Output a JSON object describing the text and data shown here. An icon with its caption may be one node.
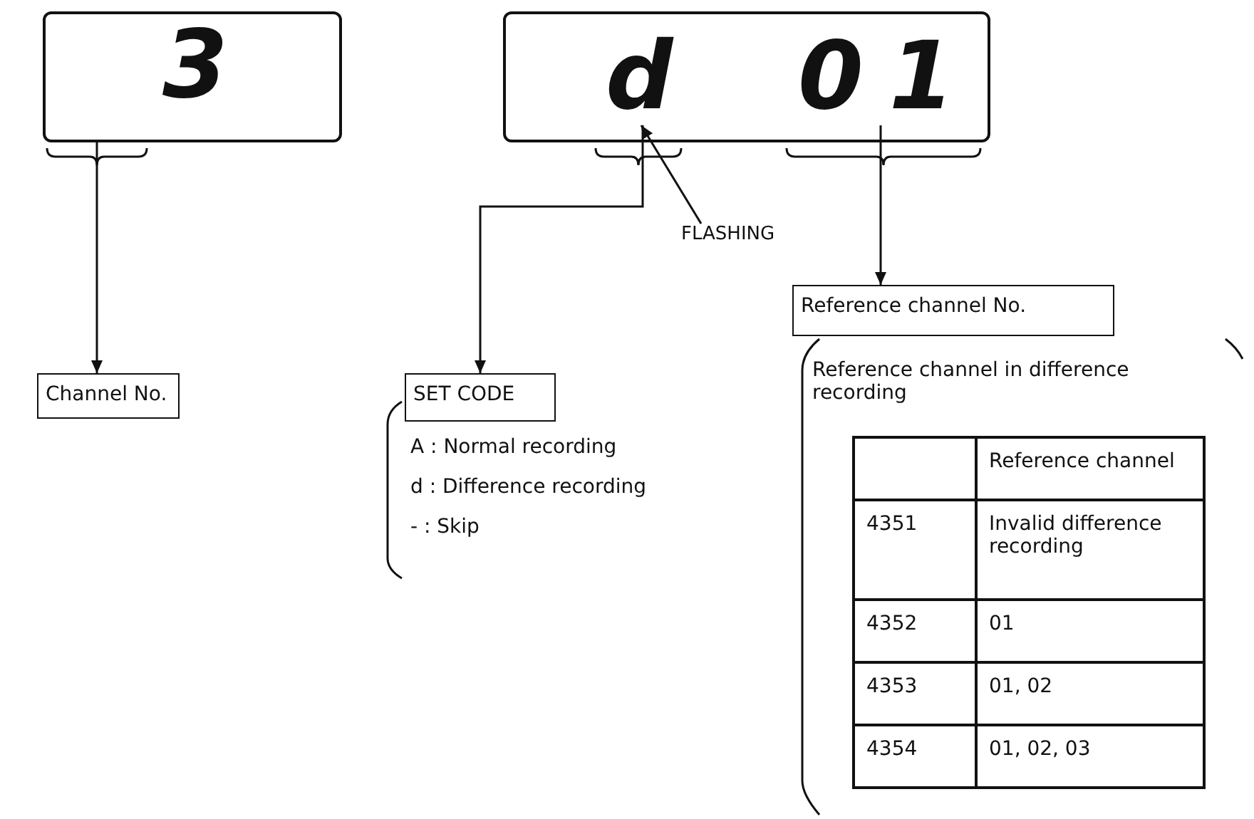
{
  "diagram": {
    "nodes": [
      {
        "text": [
          "3"
        ]
      },
      {
        "text": [],
        "shape": "box"
      },
      {
        "text": [
          "d"
        ],
        "in": 1
      },
      {
        "text": [
          "01"
        ],
        "in": 1
      },
      {
        "text": [
          "Channel No."
        ]
      },
      {
        "text": [
          "SET CODE"
        ]
      },
      {
        "text": [
          "Reference channel No."
        ]
      },
      {
        "text": [
          "FLASHING"
        ]
      }
    ],
    "edges": [
      {
        "from": 0,
        "to": 4,
        "arrow": "to"
      },
      {
        "from": 2,
        "to": 5,
        "arrow": "to"
      },
      {
        "from": 3,
        "to": 6,
        "arrow": "to"
      },
      {
        "from": 7,
        "to": 2,
        "arrow": "to"
      }
    ],
    "labels": [
      "A : Normal recording",
      "d : Difference recording",
      "- : Skip",
      "Reference channel in difference recording",
      "Reference channel",
      "4351",
      "Invalid difference recording",
      "4352",
      "01",
      "4353",
      "01, 02",
      "4354",
      "01, 02, 03"
    ]
  }
}
